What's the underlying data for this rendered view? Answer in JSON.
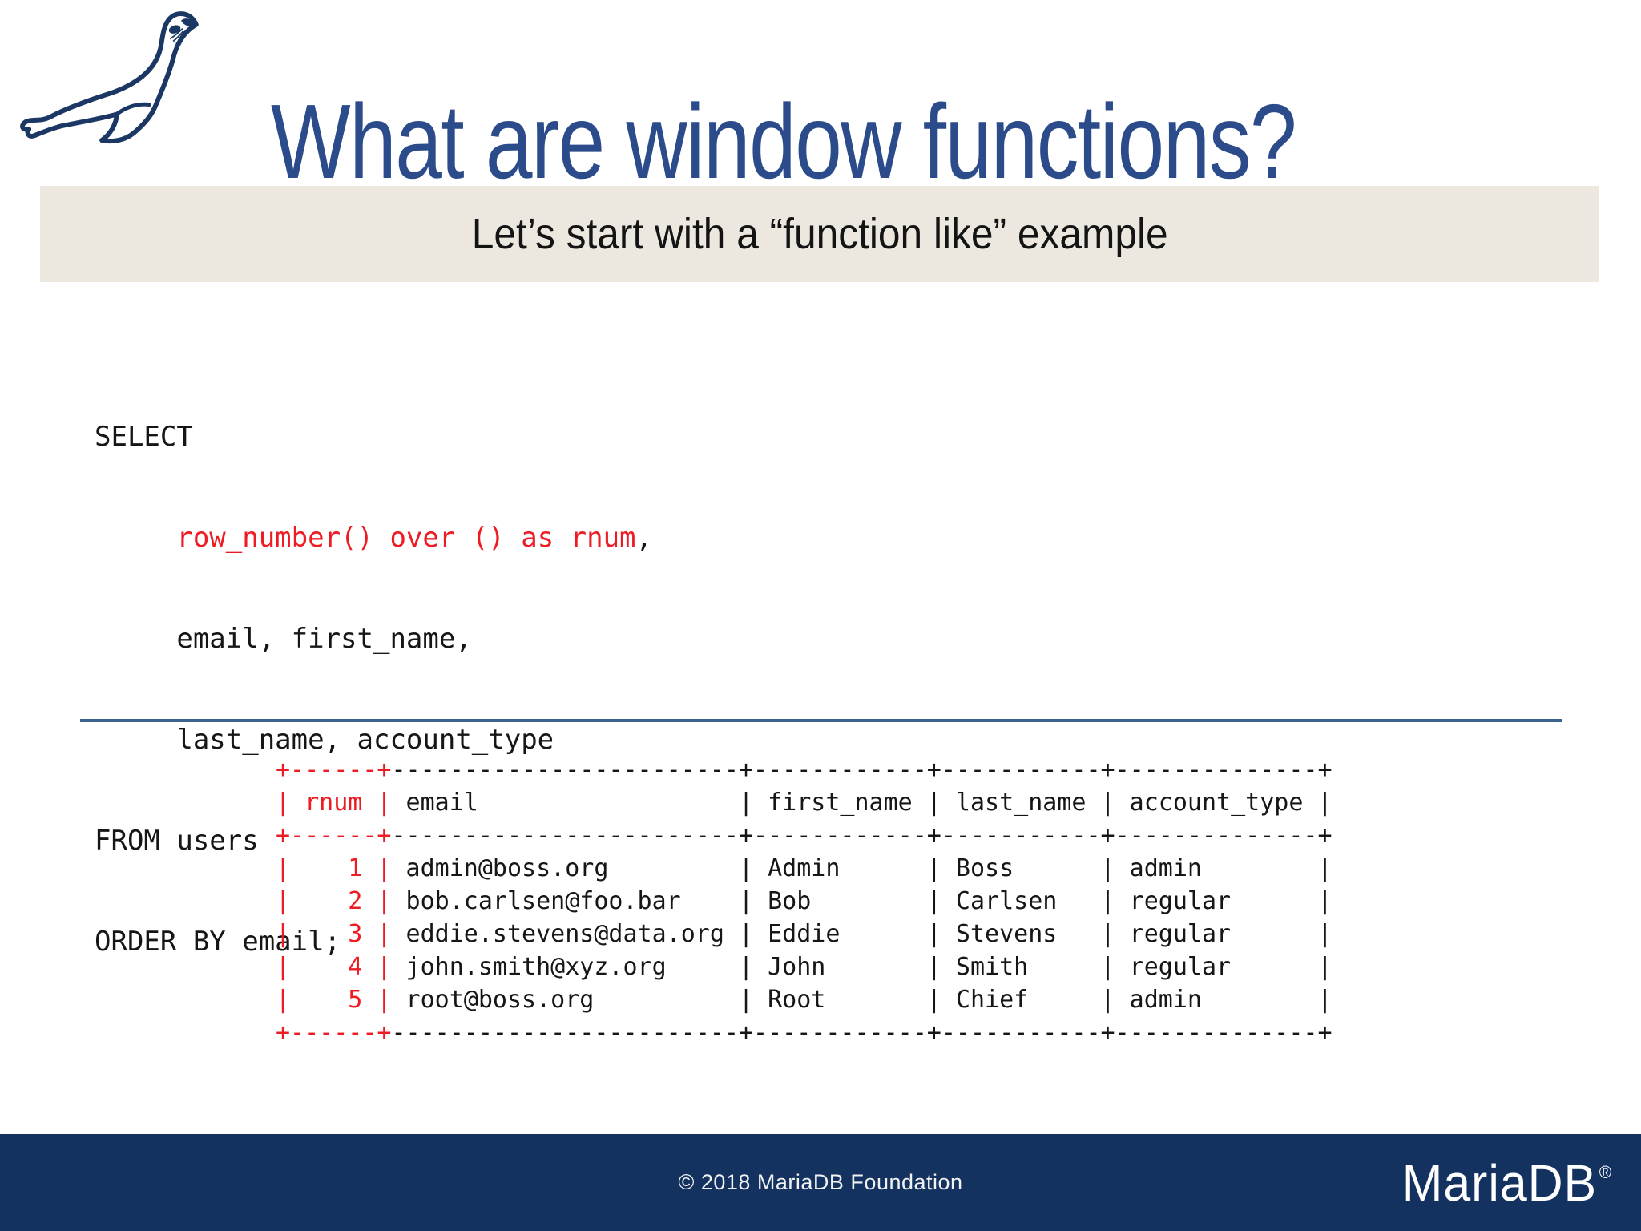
{
  "slide": {
    "title": "What are window functions?",
    "banner_text": "Let’s start with a “function like” example"
  },
  "sql_code": {
    "line1": "SELECT",
    "line2_indent": "     ",
    "line2_red": "row_number() over () as rnum",
    "line2_tail": ",",
    "line3": "     email, first_name,",
    "line4": "     last_name, account_type",
    "line5": "FROM users",
    "line6": "ORDER BY email;"
  },
  "result_table": {
    "columns": [
      {
        "label": "rnum",
        "width": 4,
        "align": "right",
        "highlight": true
      },
      {
        "label": "email",
        "width": 22,
        "align": "left",
        "highlight": false
      },
      {
        "label": "first_name",
        "width": 10,
        "align": "left",
        "highlight": false
      },
      {
        "label": "last_name",
        "width": 9,
        "align": "left",
        "highlight": false
      },
      {
        "label": "account_type",
        "width": 12,
        "align": "left",
        "highlight": false
      }
    ],
    "rows": [
      [
        "1",
        "admin@boss.org",
        "Admin",
        "Boss",
        "admin"
      ],
      [
        "2",
        "bob.carlsen@foo.bar",
        "Bob",
        "Carlsen",
        "regular"
      ],
      [
        "3",
        "eddie.stevens@data.org",
        "Eddie",
        "Stevens",
        "regular"
      ],
      [
        "4",
        "john.smith@xyz.org",
        "John",
        "Smith",
        "regular"
      ],
      [
        "5",
        "root@boss.org",
        "Root",
        "Chief",
        "admin"
      ]
    ]
  },
  "footer": {
    "copyright": "© 2018 MariaDB Foundation",
    "brand_name": "MariaDB",
    "brand_mark": "®"
  },
  "colors": {
    "title_blue": "#2b4b8a",
    "accent_red": "#ed1c24",
    "banner_bg": "#ece8df",
    "footer_navy": "#133260",
    "divider_blue": "#3c628f",
    "logo_navy": "#1b3764"
  }
}
